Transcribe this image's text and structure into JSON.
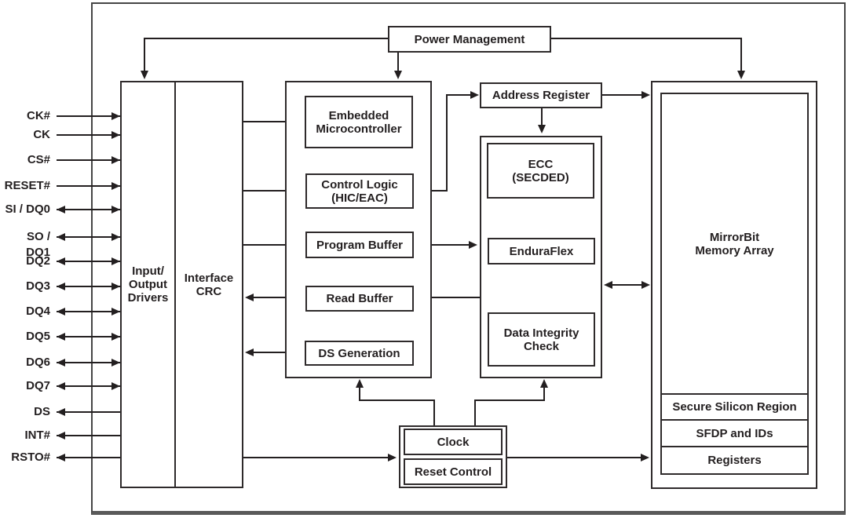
{
  "diagram": {
    "blocks": {
      "power_management": "Power Management",
      "io_drivers": "Input/\nOutput\nDrivers",
      "interface_crc": "Interface\nCRC",
      "embedded_microcontroller": "Embedded\nMicrocontroller",
      "control_logic": "Control Logic\n(HIC/EAC)",
      "program_buffer": "Program Buffer",
      "read_buffer": "Read Buffer",
      "ds_generation": "DS Generation",
      "address_register": "Address Register",
      "ecc": "ECC\n(SECDED)",
      "enduraflex": "EnduraFlex",
      "data_integrity_check": "Data Integrity\nCheck",
      "memory_array": "MirrorBit\nMemory Array",
      "secure_silicon_region": "Secure Silicon Region",
      "sfdp_ids": "SFDP and IDs",
      "registers": "Registers",
      "clock": "Clock",
      "reset_control": "Reset Control"
    },
    "pins": [
      {
        "label": "CK#",
        "direction": "input"
      },
      {
        "label": "CK",
        "direction": "input"
      },
      {
        "label": "CS#",
        "direction": "input"
      },
      {
        "label": "RESET#",
        "direction": "input"
      },
      {
        "label": "SI / DQ0",
        "direction": "bidirectional"
      },
      {
        "label": "SO / DQ1",
        "direction": "bidirectional"
      },
      {
        "label": "DQ2",
        "direction": "bidirectional"
      },
      {
        "label": "DQ3",
        "direction": "bidirectional"
      },
      {
        "label": "DQ4",
        "direction": "bidirectional"
      },
      {
        "label": "DQ5",
        "direction": "bidirectional"
      },
      {
        "label": "DQ6",
        "direction": "bidirectional"
      },
      {
        "label": "DQ7",
        "direction": "bidirectional"
      },
      {
        "label": "DS",
        "direction": "output"
      },
      {
        "label": "INT#",
        "direction": "output"
      },
      {
        "label": "RSTO#",
        "direction": "output"
      }
    ],
    "colors": {
      "line": "#231f20",
      "background": "#ffffff"
    }
  }
}
